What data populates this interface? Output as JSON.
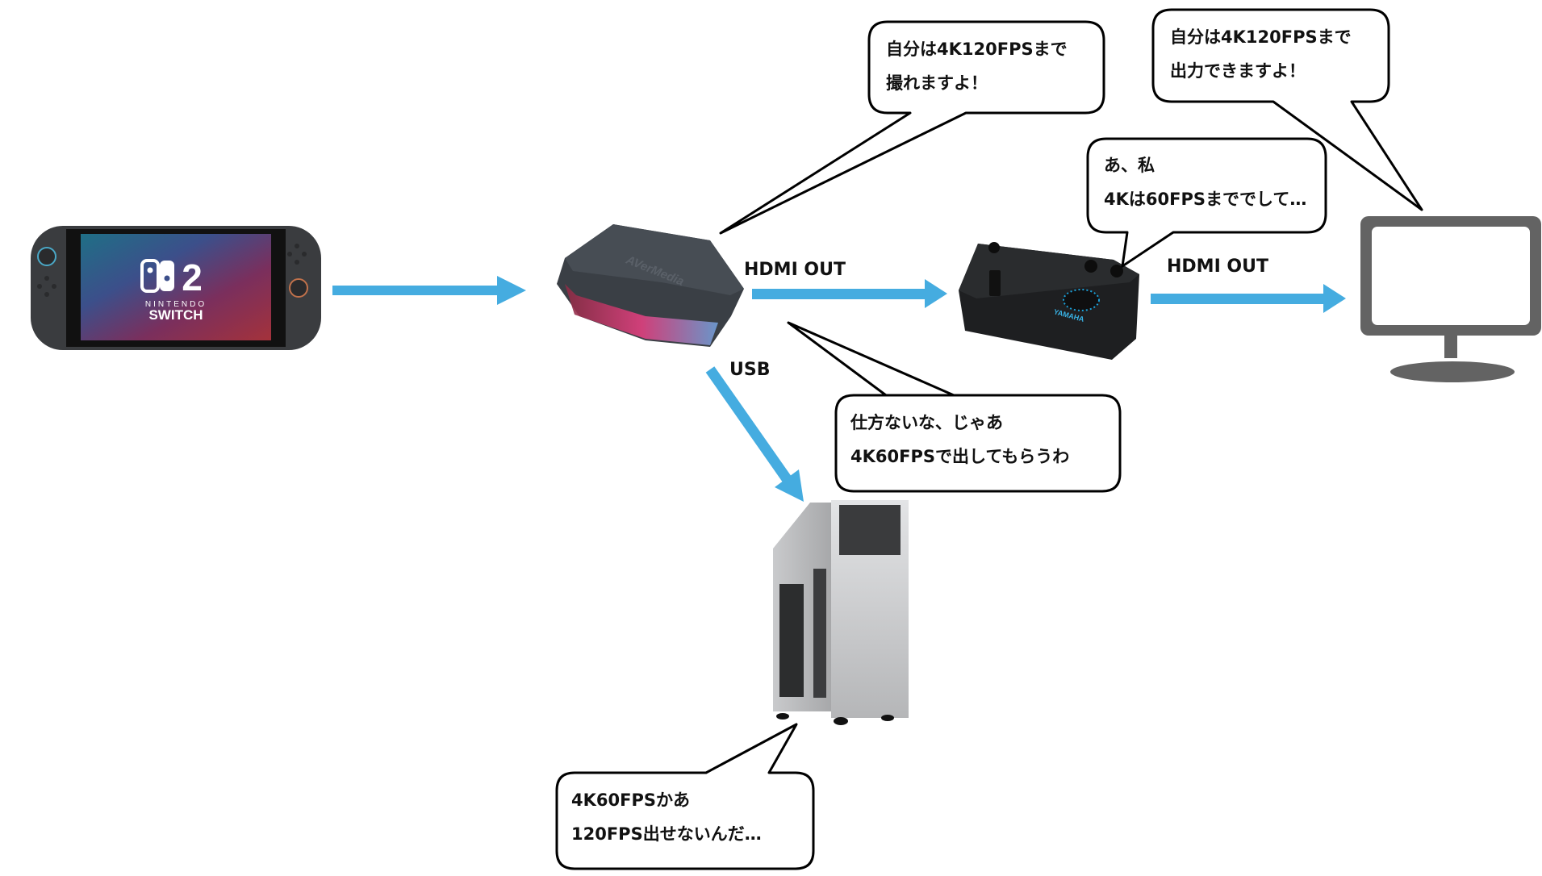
{
  "colors": {
    "arrow": "#45ace0",
    "bubble_stroke": "#000000",
    "bubble_fill": "#ffffff",
    "monitor": "#636363",
    "device_dark": "#2b2f33",
    "pc_silver": "#b8b9bb"
  },
  "devices": {
    "switch": {
      "name": "Nintendo Switch 2",
      "screen_logo_line1": "NINTENDO",
      "screen_logo_line2": "SWITCH",
      "screen_logo_num": "2"
    },
    "capture": {
      "name": "AVerMedia capture box",
      "brand": "AVerMedia"
    },
    "mixer": {
      "name": "YAMAHA ZG mixer",
      "brand": "YAMAHA"
    },
    "monitor": {
      "name": "Monitor"
    },
    "pc": {
      "name": "PC tower"
    }
  },
  "connections": {
    "capture_hdmi_out": "HDMI OUT",
    "mixer_hdmi_out": "HDMI OUT",
    "capture_usb": "USB"
  },
  "bubbles": {
    "capture": {
      "line1": "自分は4K120FPSまで",
      "line2": "撮れますよ！"
    },
    "monitor": {
      "line1": "自分は4K120FPSまで",
      "line2": "出力できますよ！"
    },
    "mixer": {
      "line1": "あ、私",
      "line2": "4Kは60FPSまででして…"
    },
    "capture_reply": {
      "line1": "仕方ないな、じゃあ",
      "line2": "4K60FPSで出してもらうわ"
    },
    "pc": {
      "line1": "4K60FPSかあ",
      "line2": "120FPS出せないんだ…"
    }
  }
}
